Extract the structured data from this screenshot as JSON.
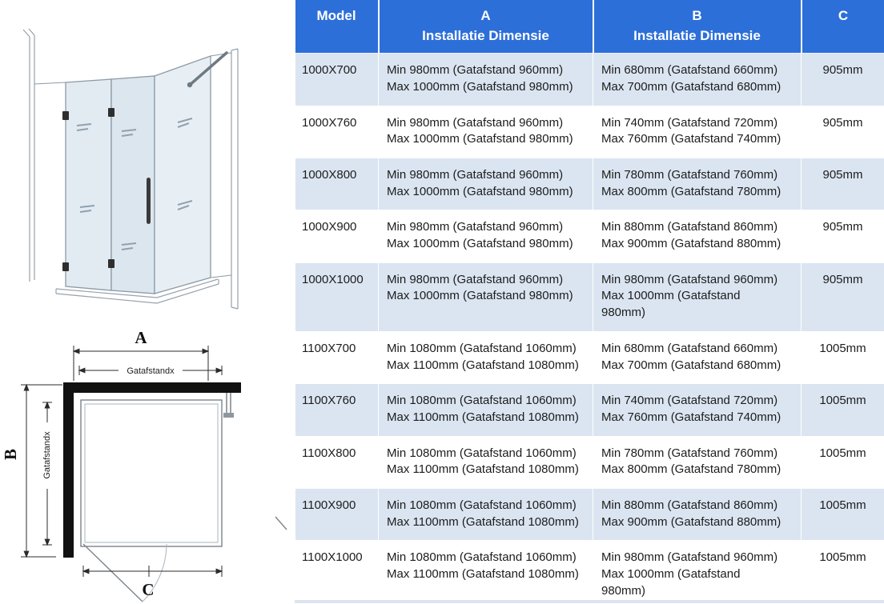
{
  "colors": {
    "header_bg": "#2d6fd9",
    "header_text": "#ffffff",
    "row_alt_bg": "#dbe5f1",
    "row_bg": "#ffffff",
    "body_text": "#1c1c1c"
  },
  "diagram": {
    "dim_a_label": "A",
    "dim_b_label": "B",
    "dim_c_label": "C",
    "gatafstand_h_label": "Gatafstandx",
    "gatafstand_v_label": "Gatafstandx"
  },
  "table": {
    "header": {
      "model": "Model",
      "a": "A\nInstallatie Dimensie",
      "b": "B\nInstallatie Dimensie",
      "c": "C"
    },
    "rows": [
      {
        "model": "1000X700",
        "a": "Min 980mm (Gatafstand 960mm)\nMax 1000mm (Gatafstand 980mm)",
        "b": "Min 680mm (Gatafstand 660mm)\nMax 700mm (Gatafstand 680mm)",
        "c": "905mm"
      },
      {
        "model": "1000X760",
        "a": "Min 980mm (Gatafstand 960mm)\nMax 1000mm (Gatafstand 980mm)",
        "b": "Min 740mm (Gatafstand 720mm)\nMax 760mm (Gatafstand 740mm)",
        "c": "905mm"
      },
      {
        "model": "1000X800",
        "a": "Min 980mm (Gatafstand 960mm)\nMax 1000mm (Gatafstand 980mm)",
        "b": "Min 780mm (Gatafstand 760mm)\nMax 800mm (Gatafstand 780mm)",
        "c": "905mm"
      },
      {
        "model": "1000X900",
        "a": "Min 980mm (Gatafstand 960mm)\nMax 1000mm (Gatafstand 980mm)",
        "b": "Min 880mm (Gatafstand 860mm)\nMax 900mm (Gatafstand 880mm)",
        "c": "905mm"
      },
      {
        "model": "1000X1000",
        "a": "Min 980mm (Gatafstand 960mm)\nMax 1000mm (Gatafstand 980mm)",
        "b": "Min 980mm (Gatafstand 960mm)\nMax 1000mm (Gatafstand\n980mm)",
        "c": "905mm"
      },
      {
        "model": "1100X700",
        "a": "Min 1080mm (Gatafstand 1060mm)\nMax 1100mm (Gatafstand 1080mm)",
        "b": "Min 680mm (Gatafstand 660mm)\nMax 700mm (Gatafstand 680mm)",
        "c": "1005mm"
      },
      {
        "model": "1100X760",
        "a": "Min 1080mm (Gatafstand 1060mm)\nMax 1100mm (Gatafstand 1080mm)",
        "b": "Min 740mm (Gatafstand 720mm)\nMax 760mm (Gatafstand 740mm)",
        "c": "1005mm"
      },
      {
        "model": "1100X800",
        "a": "Min 1080mm (Gatafstand 1060mm)\nMax 1100mm (Gatafstand 1080mm)",
        "b": "Min 780mm (Gatafstand 760mm)\nMax 800mm (Gatafstand 780mm)",
        "c": "1005mm"
      },
      {
        "model": "1100X900",
        "a": "Min 1080mm (Gatafstand 1060mm)\nMax 1100mm (Gatafstand 1080mm)",
        "b": "Min 880mm (Gatafstand 860mm)\nMax 900mm (Gatafstand 880mm)",
        "c": "1005mm"
      },
      {
        "model": "1100X1000",
        "a": "Min 1080mm (Gatafstand 1060mm)\nMax 1100mm (Gatafstand 1080mm)",
        "b": "Min 980mm (Gatafstand 960mm)\nMax 1000mm (Gatafstand\n980mm)",
        "c": "1005mm"
      }
    ]
  }
}
